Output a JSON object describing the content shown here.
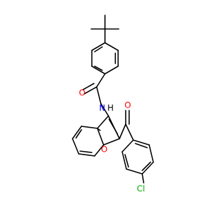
{
  "colors": {
    "carbon": "#000000",
    "oxygen": "#ff0000",
    "nitrogen": "#0000ff",
    "chlorine": "#00aa00",
    "hydrogen": "#000000",
    "background": "#ffffff"
  },
  "labels": {
    "amide_oxygen": "O",
    "amide_nitrogen": "N",
    "amide_hydrogen": "H",
    "ketone_oxygen": "O",
    "furan_oxygen": "O",
    "chlorine": "Cl"
  }
}
